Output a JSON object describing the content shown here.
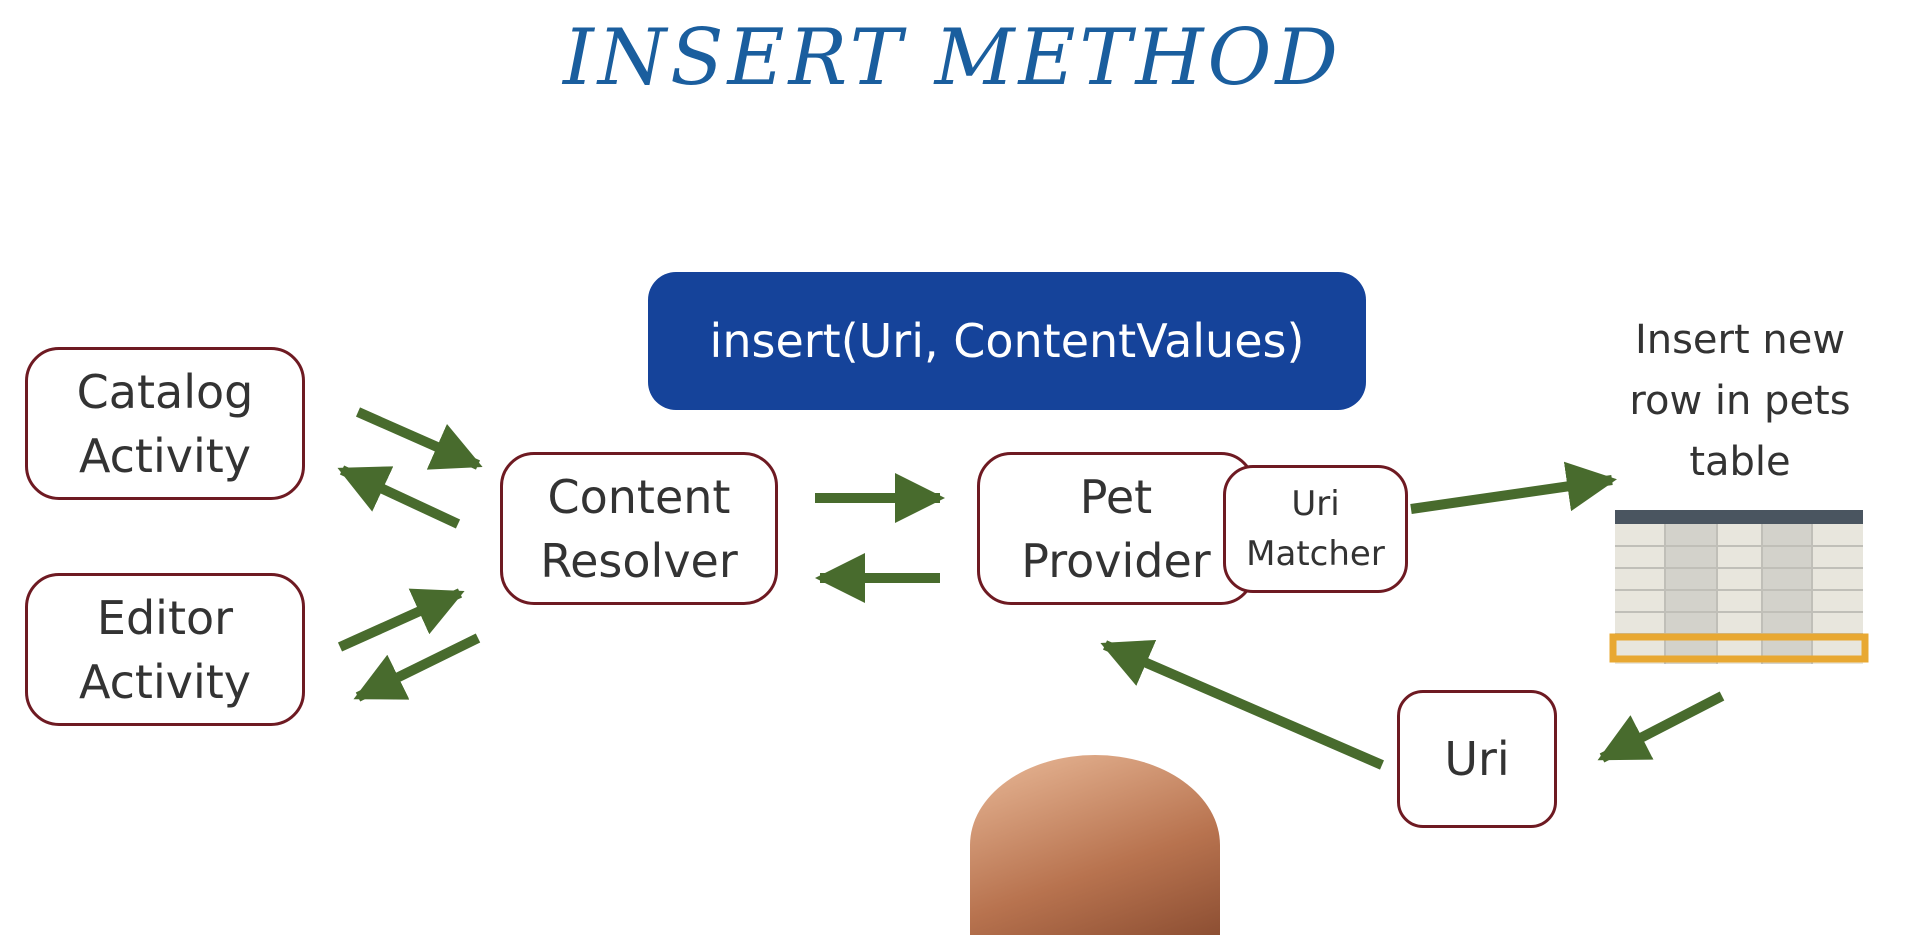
{
  "title": "INSERT METHOD",
  "method_call": "insert(Uri, ContentValues)",
  "nodes": {
    "catalog_activity": [
      "Catalog",
      "Activity"
    ],
    "editor_activity": [
      "Editor",
      "Activity"
    ],
    "content_resolver": [
      "Content",
      "Resolver"
    ],
    "pet_provider": [
      "Pet",
      "Provider"
    ],
    "uri_matcher": [
      "Uri",
      "Matcher"
    ],
    "uri": "Uri"
  },
  "note": [
    "Insert new",
    "row in pets",
    "table"
  ],
  "colors": {
    "title": "#1a5e9e",
    "method_box": "#15439a",
    "node_border": "#6e1a22",
    "arrow": "#486b2d",
    "table_header": "#4a5560",
    "table_highlight": "#e8a832"
  }
}
